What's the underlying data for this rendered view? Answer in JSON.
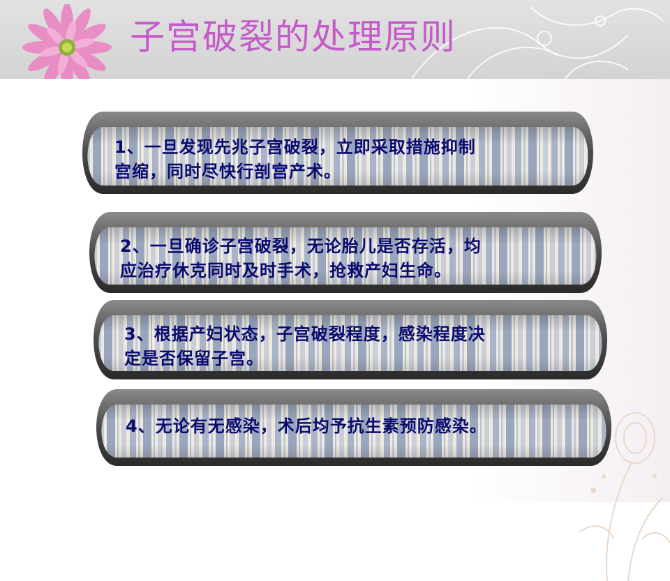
{
  "slide": {
    "title": "子宫破裂的处理原则",
    "accent_color": "#c55ac9",
    "text_color": "#0a0a6e"
  },
  "principles": [
    {
      "line1": "1、一旦发现先兆子宫破裂，立即采取措施抑制",
      "line2": "宫缩，同时尽快行剖宫产术。"
    },
    {
      "line1": "2、一旦确诊子宫破裂，无论胎儿是否存活，均",
      "line2": "应治疗休克同时及时手术，抢救产妇生命。"
    },
    {
      "line1": "3、根据产妇状态，子宫破裂程度，感染程度决",
      "line2": "定是否保留子宫。"
    },
    {
      "line1": "4、无论有无感染，术后均予抗生素预防感染。",
      "line2": ""
    }
  ]
}
